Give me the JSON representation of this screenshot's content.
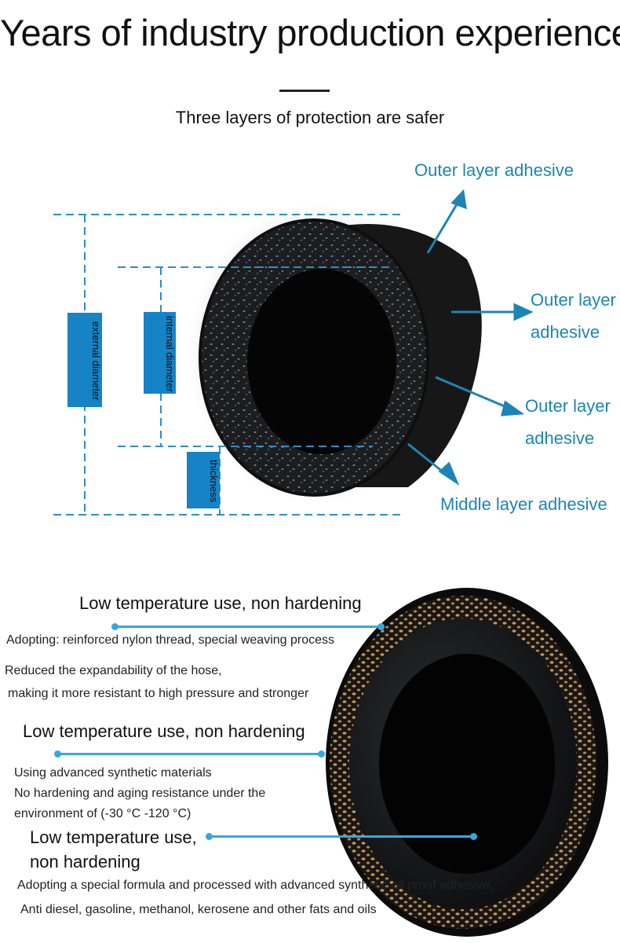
{
  "header": {
    "title": "Years of industry production experience",
    "subtitle": "Three layers of protection are safer"
  },
  "diagram": {
    "callouts": [
      {
        "text": "Outer layer adhesive"
      },
      {
        "text": "Outer layer adhesive"
      },
      {
        "text": "Outer layer adhesive"
      },
      {
        "text": "Middle layer adhesive"
      }
    ],
    "dimensions": {
      "external": "external diameter",
      "internal": "internal diameter",
      "thickness": "thickness"
    }
  },
  "features": [
    {
      "heading": "Low temperature use, non hardening",
      "lines": [
        "Adopting: reinforced nylon thread, special weaving process",
        "Reduced the expandability of the hose,",
        "making it more resistant to high pressure and stronger"
      ]
    },
    {
      "heading": "Low temperature use, non hardening",
      "lines": [
        "Using advanced synthetic materials",
        "No hardening and aging resistance under the",
        "environment of (-30 °C -120 °C)"
      ]
    },
    {
      "heading": "Low temperature use, non hardening",
      "lines": [
        "Adopting a special formula and processed with advanced synthetic oil proof adhesive,",
        "Anti diesel, gasoline, methanol, kerosene and other fats and oils"
      ]
    }
  ],
  "colors": {
    "accent_blue": "#1b86b5",
    "dimension_blue": "#1683c6",
    "pointer_blue": "#33a9e0"
  }
}
